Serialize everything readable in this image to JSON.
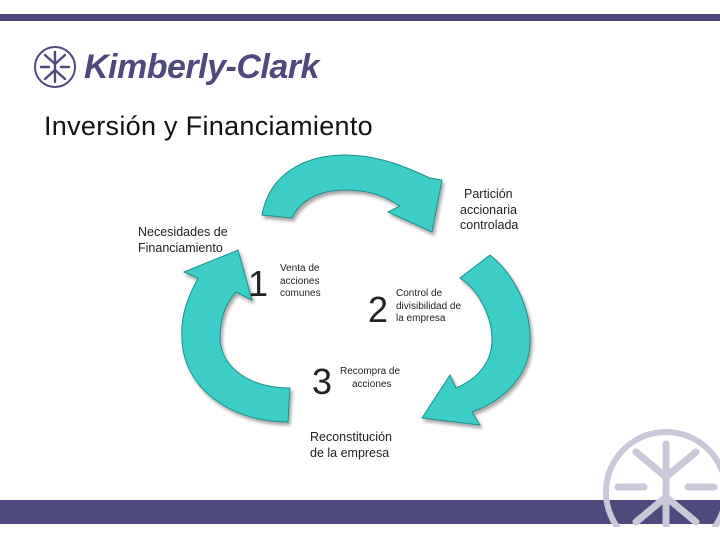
{
  "header": {
    "brand": "Kimberly-Clark",
    "logo_icon": "kimberly-clark-emblem-icon",
    "accent_color": "#4e4a7e"
  },
  "slide": {
    "title": "Inversión y Financiamiento"
  },
  "diagram": {
    "arrow_color": "#3ccdc8",
    "nodes": {
      "necesidades_line1": "Necesidades de",
      "necesidades_line2": "Financiamiento",
      "particion_line1": "Partición",
      "particion_line2": "accionaria",
      "particion_line3": "controlada",
      "reconstitucion_line1": "Reconstitución",
      "reconstitucion_line2": "de la empresa"
    },
    "steps": [
      {
        "number": "1",
        "line1": "Venta de",
        "line2": "acciones",
        "line3": "comunes"
      },
      {
        "number": "2",
        "line1": "Control de",
        "line2": "divisibilidad de",
        "line3": "la empresa"
      },
      {
        "number": "3",
        "line1": "Recompra de",
        "line2": "acciones"
      }
    ]
  }
}
